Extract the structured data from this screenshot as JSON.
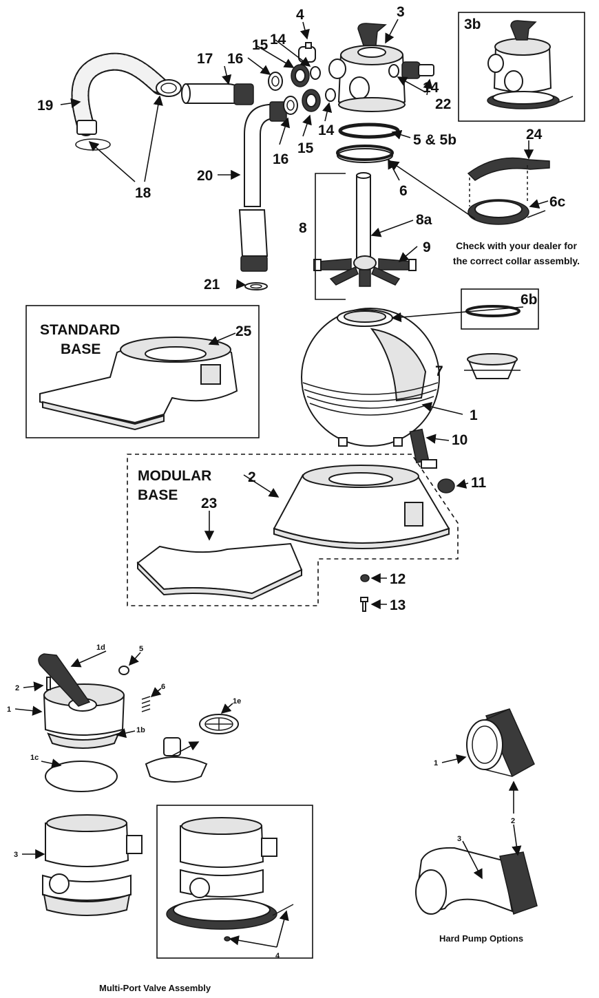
{
  "colors": {
    "ink": "#111111",
    "shade": "#e4e4e4",
    "dark_part": "#3a3a3a"
  },
  "boxes": {
    "standard_base": "STANDARD BASE",
    "modular_base": "MODULAR BASE",
    "standard_base_line1": "STANDARD",
    "standard_base_line2": "BASE",
    "modular_base_line1": "MODULAR",
    "modular_base_line2": "BASE"
  },
  "note": {
    "line1": "Check with your dealer for",
    "line2": "the correct collar assembly."
  },
  "callouts_main": {
    "c1": "1",
    "c2": "2",
    "c3": "3",
    "c3b": "3b",
    "c4": "4",
    "c5": "5 & 5b",
    "c6": "6",
    "c6b": "6b",
    "c6c": "6c",
    "c7": "7",
    "c8": "8",
    "c8a": "8a",
    "c9": "9",
    "c10": "10",
    "c11": "11",
    "c12": "12",
    "c13": "13",
    "c14a": "14",
    "c14b": "14",
    "c14c": "14",
    "c15a": "15",
    "c15b": "15",
    "c16a": "16",
    "c16b": "16",
    "c17": "17",
    "c18": "18",
    "c19": "19",
    "c20": "20",
    "c21": "21",
    "c22": "22",
    "c23": "23",
    "c24": "24",
    "c25": "25"
  },
  "callouts_valve": {
    "v1": "1",
    "v1b": "1b",
    "v1c": "1c",
    "v1d": "1d",
    "v1e": "1e",
    "v2": "2",
    "v3": "3",
    "v4": "4",
    "v5": "5",
    "v6": "6"
  },
  "callouts_pump": {
    "p1": "1",
    "p2": "2",
    "p3": "3"
  },
  "captions": {
    "valve_assembly": "Multi-Port Valve Assembly",
    "hard_pump": "Hard Pump Options"
  }
}
